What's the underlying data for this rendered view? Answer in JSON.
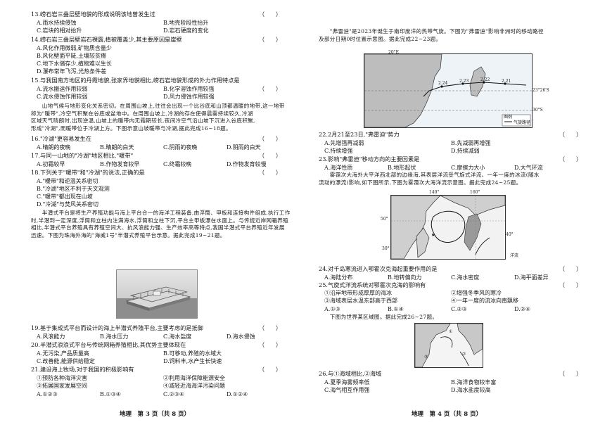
{
  "left": {
    "q13": {
      "stem": "13.崂石岩三叠层壁地貌的形成说明该地曾发生过",
      "paren": "（　　）",
      "options": [
        "A.雨水持续侵蚀",
        "B.地壳阶段性抬升",
        "C.岩块的相对抬升",
        "D.岩石硬度的变化"
      ]
    },
    "q14": {
      "stem": "14.崂石岩三叠层壁岩石裸露,植被覆盖少,其主要原因是崖壁",
      "paren": "（　　）",
      "options": [
        "A.风化作用微弱,矿物质含量少",
        "B.风化壁面平陡,土壤较贫瘠",
        "C.地下水储存少,植物难以生长",
        "D.瀑布常年飞泻,光热条件差"
      ]
    },
    "q15": {
      "stem": "15.与我国南方地区的丹霞地貌,张家界地貌相比,崂石岩地貌形成的外力作用特点是",
      "paren": "（　　）",
      "options": [
        "A.流水搬运作用较弱",
        "B.化学溶蚀作用较强",
        "C.流水侵蚀作用较弱",
        "D.风力侵蚀作用较强"
      ]
    },
    "passage1": [
      "　　山地气候与地形变化关系密切。在周围山坡上,往往会出现一个比谷底和山顶都温暖的地带,这一地带",
      "称为\"暖带\",冷空气积聚在谷底或盆地中。在周围山坡上,冷湖的存在使得晨雾持续较久,冷湖",
      "区域天气晴朗时,出现逆温,山坡上的暖带内无霜期较长,夜间冷空气沿山坡下沉进入谷底积聚,",
      "形成\"冷湖\",而暖带位于冷湖上方。下图示意山坡暖带与冷湖,据此完成16~18题。"
    ],
    "q16": {
      "stem": "16.\"冷湖\"更容易发生在",
      "paren": "（　　）",
      "options": [
        "A.晴朗的夜晚",
        "B.晴朗的白天",
        "C.阴雨的夜晚",
        "D.阴雨的白天"
      ]
    },
    "q17": {
      "stem": "17.与同一山地的\"冷湖\"地区相比,\"暖带\"",
      "paren": "（　　）",
      "options": [
        "A.初霜较早",
        "B.作物发育较早",
        "C.终霜较晚",
        "D.作物发育较慢"
      ]
    },
    "q18": {
      "stem": "18.下列关于\"暖带\"和\"冷湖\"的说法,正确的是",
      "paren": "（　　）",
      "options": [
        "A.\"暖带\"和逆温关系密切",
        "B.\"冷湖\"地区不利于天文观测",
        "C.\"暖带\"都出现在山坡",
        "D.\"冷湖\"与焚风关系密切"
      ]
    },
    "passage2": [
      "　　半潜式平台是将生产养殖功能与海上平台合一的海洋工程装备,由浮筒、甲板和连接构件组成,执行工作",
      "时,半潜到一定深度,浮筒和立柱内注满海水,浮筒和立柱下沉,平台主甲板漂在水面上。与传统近岸网箱养殖",
      "相比,半潜式平台养殖具有养殖空间大、抗风浪能力强、生产效率高等特点,我国半潜式平台养殖近年发展",
      "迅速。下图为珠海外海的\"海威1号\"半潜式养殖平台示意。据此完成19~21题。"
    ],
    "q19": {
      "stem": "19.基于集成式平台而设计的海上半潜式养殖平台,主要考虑的是抵御",
      "paren": "（　　）",
      "options": [
        "A.风浪能力",
        "B.海水压力",
        "C.海水盐度",
        "D.海水侵蚀"
      ]
    },
    "q20": {
      "stem": "20.半潜式浪浪式平台与传统网箱养殖相比,其优势主要体现在",
      "paren": "（　　）",
      "options": [
        "A.无污染,产品质量高",
        "B.可移动,养殖的水域大",
        "C.改善能,能源供给稳定",
        "D.饲料丰,水产生长快速"
      ]
    },
    "q21": {
      "stem": "21.建设海上牧场,对于我国的积极影响有",
      "paren": "（　　）",
      "options": [
        "①预防各种海洋灾害",
        "②利用海洋保障能源安全",
        "③拓展国家发展空间",
        "④减轻近海海洋污染问题",
        "A.①②③",
        "B.①③④",
        "C.②③④",
        "D.①②④"
      ]
    },
    "footer": "地理　第 3 页（共 8 页）"
  },
  "right": {
    "passage3": [
      "　　\"弗雷迪\"是2023年诞生于南印度洋的热带气旋。下图为\"弗雷迪\"影响非洲时的移动路径",
      "及部分日期0时位置示意图。据此完成22~23题。"
    ],
    "map1": {
      "labels": [
        "20°E",
        "23°26′S",
        "30°S",
        "2.21",
        "2.22",
        "2.23",
        "2.24",
        "图例"
      ],
      "legend": "气旋路径"
    },
    "q22": {
      "stem": "22.2月21至23日,\"弗雷迪\"势力",
      "paren": "（　　）",
      "options": [
        "A.先增强再减弱",
        "B.先减弱再增强",
        "C.持续增强",
        "D.持续减弱"
      ]
    },
    "q23": {
      "stem": "23.影响\"弗雷迪\"移动方向的主要因素是",
      "paren": "（　　）",
      "options": [
        "A.海洋性质",
        "B.地形起伏",
        "C.摩擦力大小",
        "D.大气环流"
      ]
    },
    "passage4": [
      "　　雾霭次大海外大平洋西北部的边缘海,其表层洋流受气旋式洋流、一年一度的冰流(随水",
      "流动的漂流)影响,如下图所示,下图为雾霭次大海洋流示意图。据此完成24~25题。"
    ],
    "map2": {
      "labels": [
        "140°",
        "160°",
        "50°",
        "30°",
        "40°",
        "洋流"
      ]
    },
    "q24": {
      "stem": "24.对千岛寒流进入鄂霍次克海起重要作用的是",
      "paren": "（　　）",
      "options": [
        "A.海陆分布",
        "B.地转偏向力",
        "C.海水密度",
        "D.海平面差异"
      ]
    },
    "q25": {
      "stem": "25.气旋式洋流系统对鄂霍次克海的影响有",
      "paren": "（　　）",
      "options": [
        "①沿岸地带形成厚厚的海冰",
        "②增强冬季风的寒冷",
        "③海域表层水温东部高于西部",
        "④一年一度的流冰向南飘移",
        "A.①③",
        "B.①④",
        "C.②③",
        "D.②④"
      ]
    },
    "passage5": "　　下图为世界某区域图。据此完成26~27题。",
    "map3": {
      "labels": [
        "①",
        "②",
        "③"
      ]
    },
    "q26": {
      "stem": "26.与①海域相比,②海域",
      "paren": "（　　）",
      "options": [
        "A.夏季海雾频率低",
        "B.海洋食物较丰富",
        "C.海气相互作用强",
        "D.海水盐度较高"
      ]
    },
    "footer": "地理　第 4 页（共 8 页）"
  }
}
